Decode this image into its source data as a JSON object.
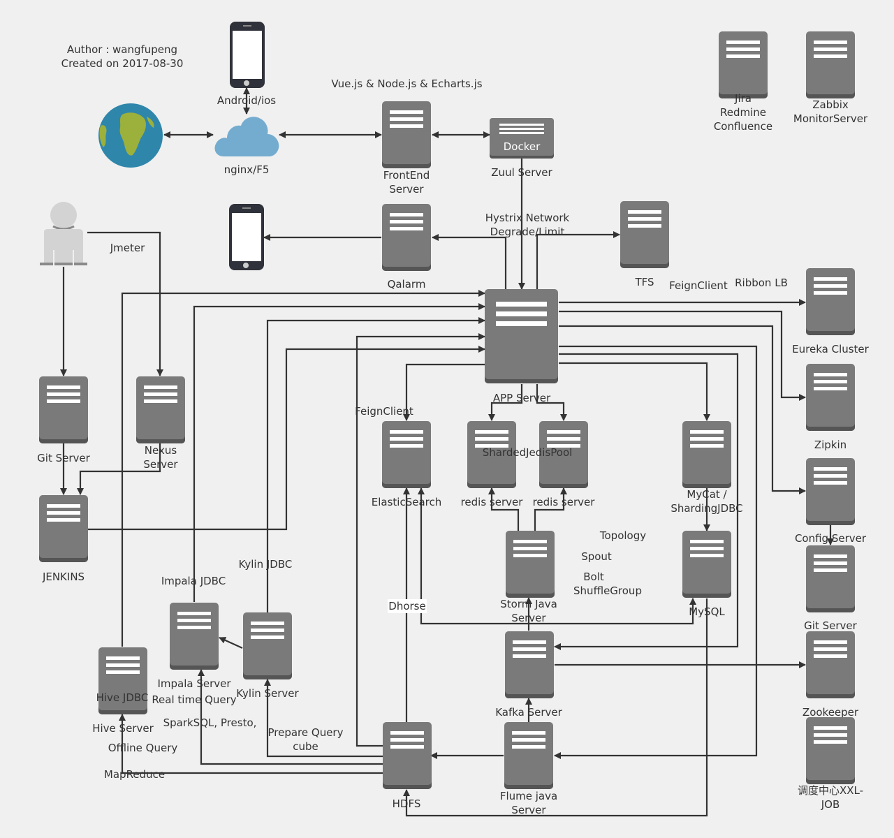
{
  "header": {
    "author": "Author : wangfupeng",
    "created": "Created on 2017-08-30",
    "frontend_stack": "Vue.js & Node.js & Echarts.js"
  },
  "nodes": {
    "internet": {
      "label": "",
      "icon": "globe-icon"
    },
    "mobile_top": {
      "label": "Android/ios",
      "icon": "phone-icon"
    },
    "nginx": {
      "label": "nginx/F5",
      "icon": "cloud-icon"
    },
    "frontend": {
      "label_1": "FrontEnd",
      "label_2": "Server"
    },
    "zuul": {
      "inner": "Docker",
      "label": "Zuul Server"
    },
    "jira": {
      "label_1": "Jira",
      "label_2": "Redmine",
      "label_3": "Confluence"
    },
    "zabbix": {
      "label_1": "Zabbix",
      "label_2": "MonitorServer"
    },
    "developer": {
      "icon": "user-icon"
    },
    "mobile_alarm": {
      "icon": "phone-icon"
    },
    "qalarm": {
      "label": "Qalarm"
    },
    "tfs": {
      "label": "TFS"
    },
    "app": {
      "label": "APP Server"
    },
    "eureka": {
      "label": "Eureka Cluster"
    },
    "zipkin": {
      "label": "Zipkin"
    },
    "config": {
      "label": "Config Server"
    },
    "git_right": {
      "label": "Git Server"
    },
    "zookeeper": {
      "label": "Zookeeper"
    },
    "xxl": {
      "label_1": "调度中心XXL-",
      "label_2": "JOB"
    },
    "git_left": {
      "label": "Git Server"
    },
    "nexus": {
      "label_1": "Nexus",
      "label_2": "Server"
    },
    "jenkins": {
      "label": "JENKINS"
    },
    "elastic": {
      "label": "ElasticSearch"
    },
    "redis1": {
      "label": "redis server"
    },
    "redis2": {
      "label": "redis server"
    },
    "mycat": {
      "label_1": "MyCat /",
      "label_2": "ShardingJDBC"
    },
    "mysql": {
      "label": "MySQL"
    },
    "storm": {
      "label_1": "Storm Java",
      "label_2": "Server"
    },
    "kafka": {
      "label": "Kafka Server"
    },
    "flume": {
      "label_1": "Flume java",
      "label_2": "Server"
    },
    "hdfs": {
      "label": "HDFS"
    },
    "hive": {
      "label": "Hive Server"
    },
    "impala": {
      "label_1": "Impala Server",
      "label_2": "Real time Query"
    },
    "kylin": {
      "label": "Kylin Server"
    }
  },
  "edge_labels": {
    "jmeter": "Jmeter",
    "hystrix_1": "Hystrix Network",
    "hystrix_2": "Degrade/Limit",
    "feign_top": "FeignClient",
    "ribbon": "Ribbon LB",
    "feign_es": "FeignClient",
    "sharded": "ShardedJedisPool",
    "topology": "Topology",
    "spout": "Spout",
    "bolt": "Bolt",
    "shuffle": "ShuffleGroup",
    "dhorse": "Dhorse",
    "kylin_jdbc": "Kylin JDBC",
    "impala_jdbc": "Impala JDBC",
    "hive_jdbc": "Hive JDBC",
    "sparksql": "SparkSQL, Presto,",
    "prepare_1": "Prepare Query",
    "prepare_2": "cube",
    "offline": "Offline Query",
    "mapreduce": "MapReduce"
  },
  "colors": {
    "background": "#f0f0f0",
    "server": "#7a7a7a",
    "line": "#333333",
    "cloud": "#74acd0",
    "ocean": "#2e86ab",
    "land": "#9cb03c"
  }
}
